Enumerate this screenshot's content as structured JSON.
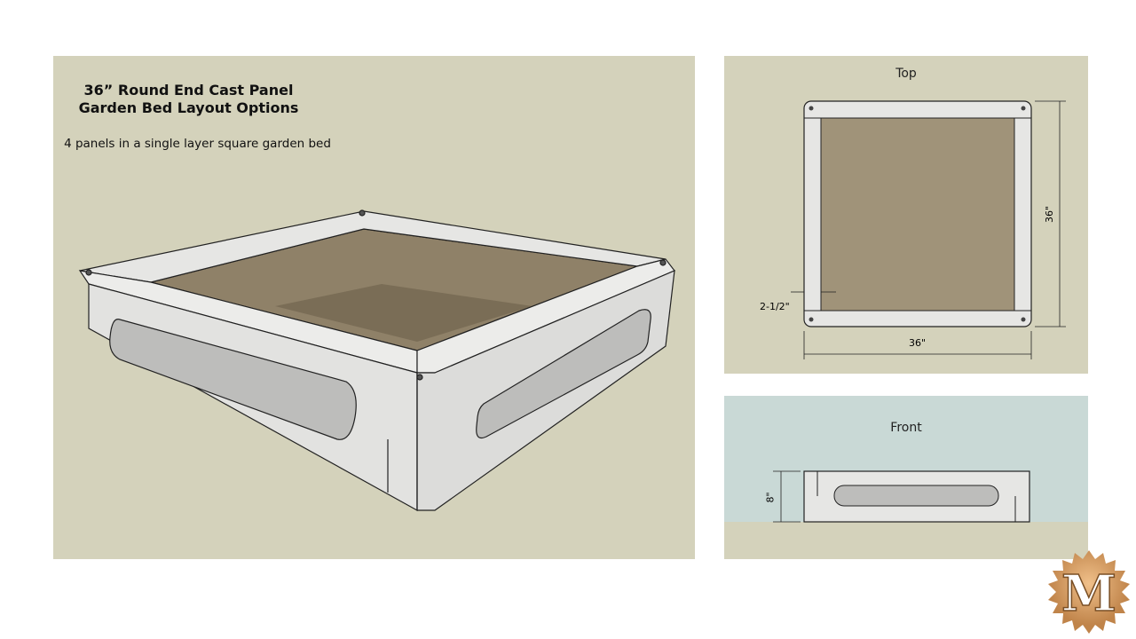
{
  "main": {
    "title_line1": "36” Round End Cast Panel",
    "title_line2": "Garden Bed Layout Options",
    "subtitle": "4 panels in a single layer square garden bed"
  },
  "top_view": {
    "label": "Top",
    "width_dim": "36\"",
    "height_dim": "36\"",
    "offset_dim": "2-1/2\""
  },
  "front_view": {
    "label": "Front",
    "height_dim": "8\""
  },
  "logo": {
    "letter": "M"
  },
  "colors": {
    "panel": "#d4d2bb",
    "sky": "#c9d9d6",
    "soil": "#a09379",
    "concrete": "#e4e4e2",
    "logo": "#d49a5c"
  }
}
